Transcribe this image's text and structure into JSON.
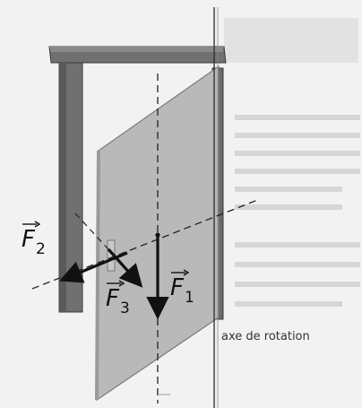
{
  "labels": {
    "f1": {
      "letter": "F",
      "sub": "1"
    },
    "f2": {
      "letter": "F",
      "sub": "2"
    },
    "f3": {
      "letter": "F",
      "sub": "3"
    },
    "axis_caption": "axe de rotation"
  },
  "colors": {
    "frame": "#6f6f6f",
    "frame_dark": "#4d4d4d",
    "door_face": "#b8b8b8",
    "door_edge": "#9a9a9a",
    "background": "#f2f2f2",
    "background_text": "#c9c9c9",
    "ink": "#111111"
  }
}
